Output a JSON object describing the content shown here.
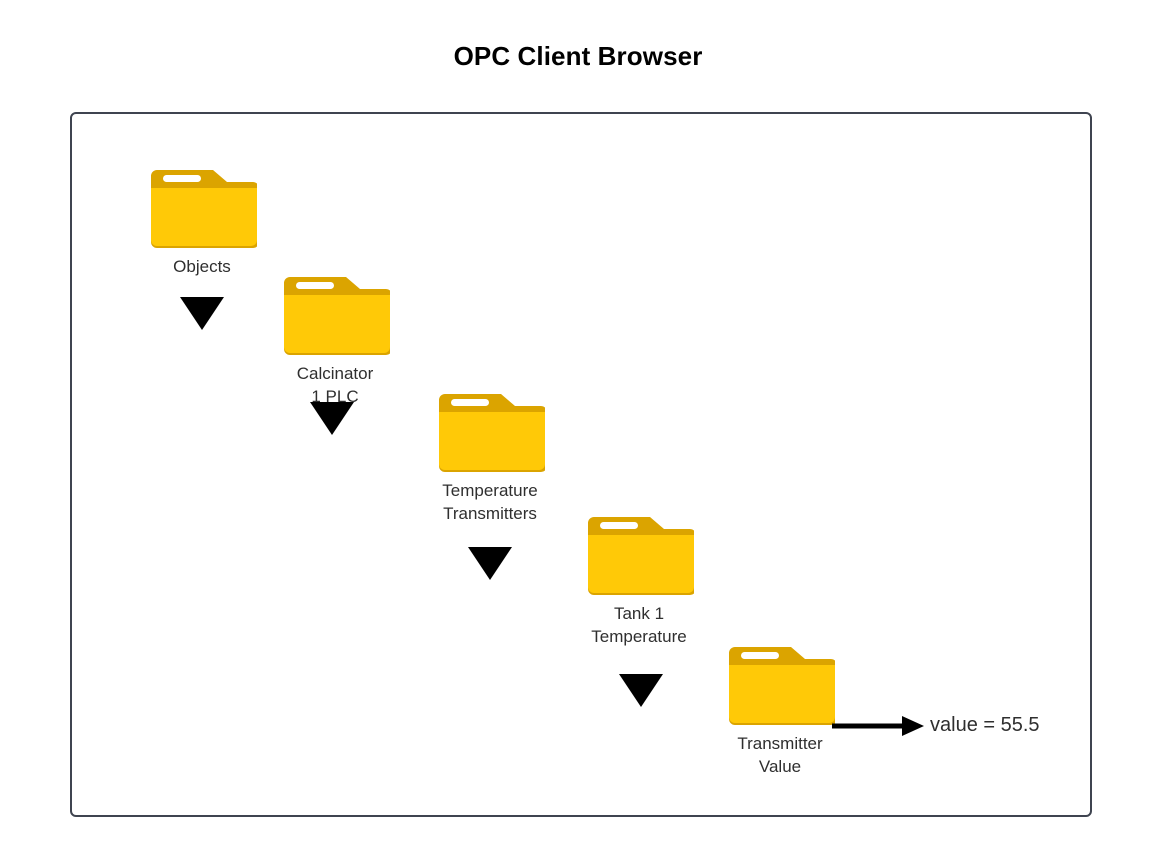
{
  "page": {
    "title": "OPC Client Browser",
    "background_color": "#ffffff",
    "frame_border_color": "#3f4450"
  },
  "colors": {
    "folder_body": "#ffc907",
    "folder_tab": "#dba400",
    "folder_tab_bar": "#ffffff",
    "arrow": "#000000",
    "label_text": "#2f2f2f"
  },
  "diagram": {
    "type": "tree-drilldown",
    "nodes": [
      {
        "id": "objects",
        "icon": "folder-icon",
        "label": "Objects"
      },
      {
        "id": "calcinator-1-plc",
        "icon": "folder-icon",
        "label": "Calcinator 1 PLC"
      },
      {
        "id": "temperature-transmitters",
        "icon": "folder-icon",
        "label": "Temperature\nTransmitters"
      },
      {
        "id": "tank-1-temperature",
        "icon": "folder-icon",
        "label": "Tank 1\nTemperature"
      },
      {
        "id": "transmitter-value",
        "icon": "folder-icon",
        "label": "Transmitter Value"
      }
    ],
    "connectors": [
      {
        "id": "objects-to-calcinator",
        "icon": "triangle-down-icon"
      },
      {
        "id": "calcinator-to-temperature-transmitters",
        "icon": "triangle-down-icon"
      },
      {
        "id": "temperature-transmitters-to-tank-1",
        "icon": "triangle-down-icon"
      },
      {
        "id": "tank-1-to-transmitter-value",
        "icon": "triangle-down-icon"
      }
    ],
    "annotation": {
      "id": "transmitter-value-readout",
      "icon": "arrow-right-icon",
      "text": "value = 55.5"
    }
  }
}
